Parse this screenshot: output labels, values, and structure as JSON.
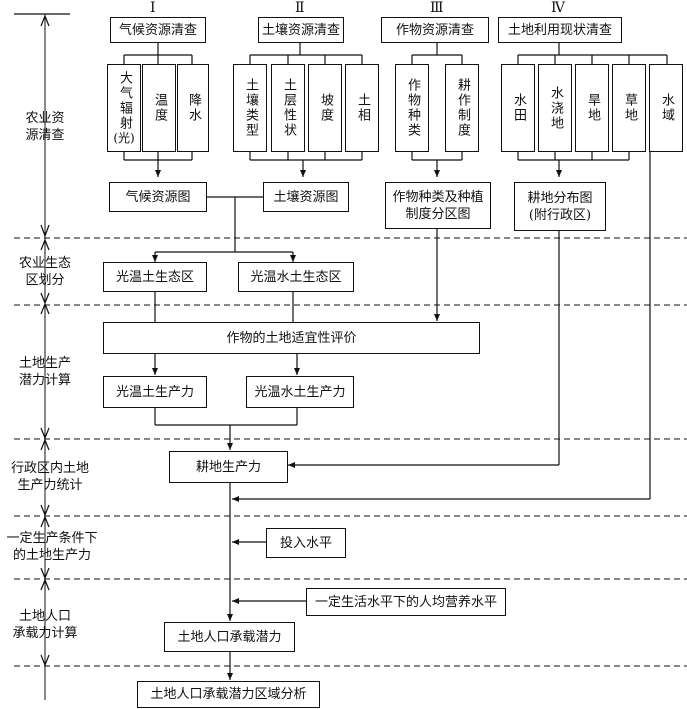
{
  "numerals": [
    "Ⅰ",
    "Ⅱ",
    "Ⅲ",
    "Ⅳ"
  ],
  "stages": {
    "s1": "农业资\n源清查",
    "s2": "农业生态\n区划分",
    "s3": "土地生产\n潜力计算",
    "s4": "行政区内土地\n生产力统计",
    "s5": "一定生产条件下\n的土地生产力",
    "s6": "土地人口\n承载力计算"
  },
  "groups": {
    "g1": "气候资源清查",
    "g2": "土壤资源清查",
    "g3": "作物资源清查",
    "g4": "土地利用现状清查"
  },
  "items": {
    "c1": "大气辐射",
    "c1b": "(光)",
    "c2": "温度",
    "c3": "降水",
    "s1": "土壤类型",
    "s2": "土层性状",
    "s3": "坡度",
    "s4": "土相",
    "z1": "作物种类",
    "z2": "耕作制度",
    "l1": "水田",
    "l2": "水浇地",
    "l3": "旱地",
    "l4": "草地",
    "l5": "水域"
  },
  "maps": {
    "climate": "气候资源图",
    "soil": "土壤资源图",
    "crop": "作物种类及种植\n制度分区图",
    "farmland": "耕地分布图\n(附行政区)"
  },
  "zones": {
    "z1": "光温土生态区",
    "z2": "光温水土生态区"
  },
  "eval": "作物的土地适宜性评价",
  "prod": {
    "p1": "光温土生产力",
    "p2": "光温水土生产力"
  },
  "farmland_prod": "耕地生产力",
  "input_level": "投入水平",
  "nutrition": "一定生活水平下的人均营养水平",
  "capacity": "土地人口承载潜力",
  "analysis": "土地人口承载潜力区域分析"
}
